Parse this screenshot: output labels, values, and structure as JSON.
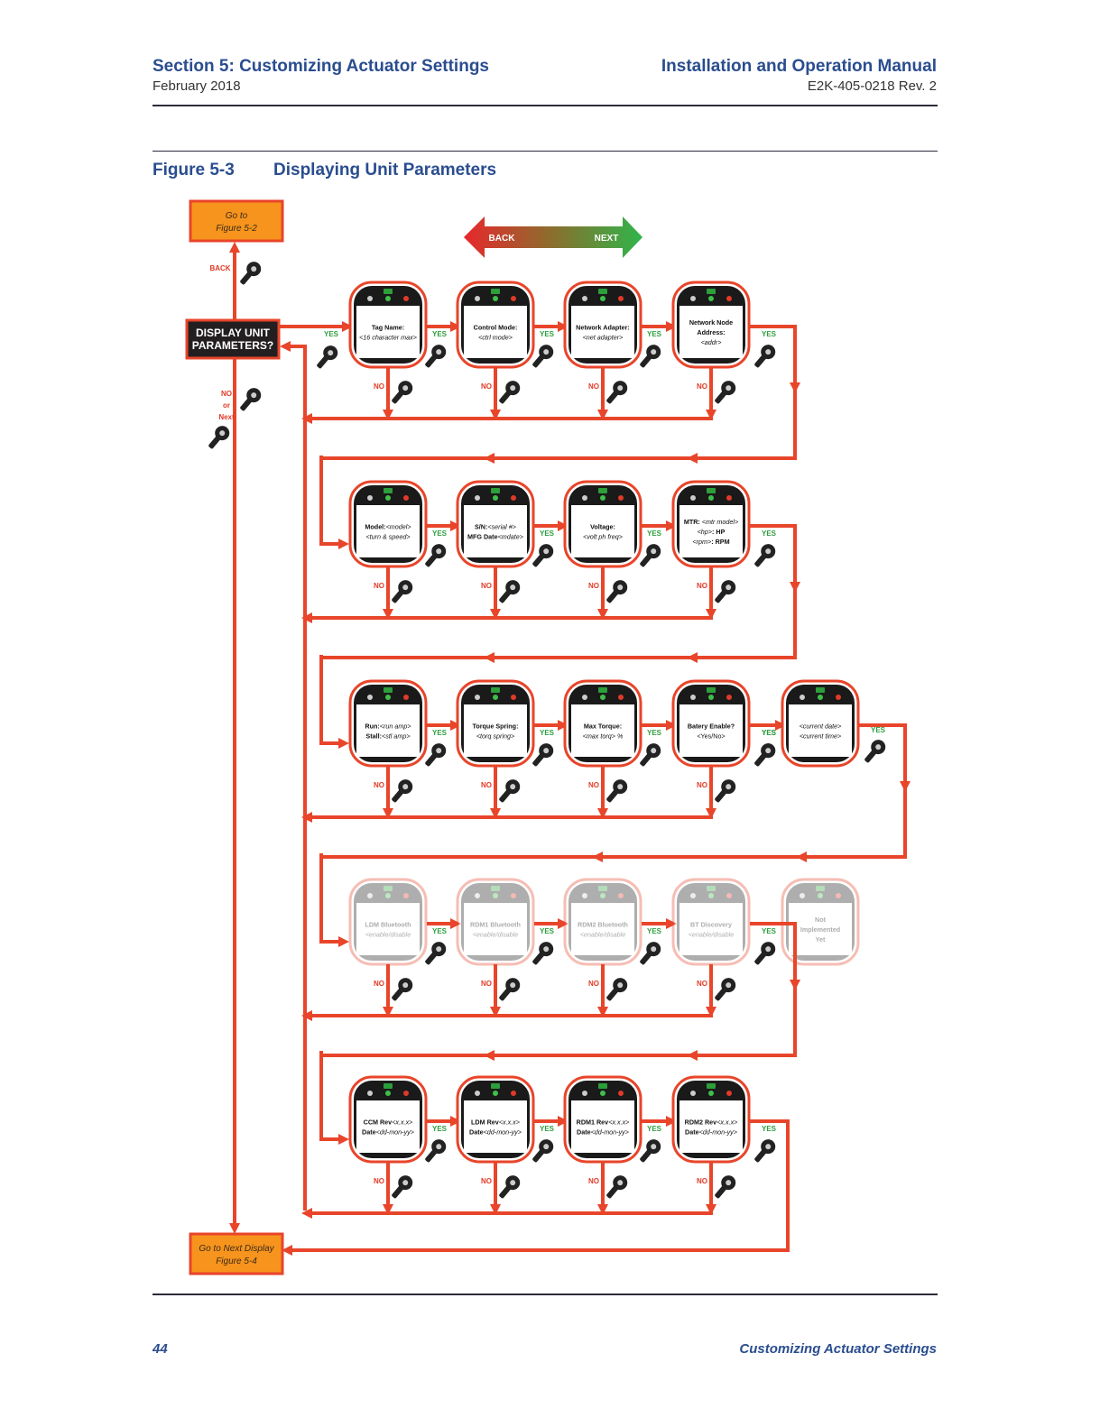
{
  "header": {
    "section_title": "Section 5: Customizing Actuator Settings",
    "date": "February 2018",
    "manual_title": "Installation and Operation Manual",
    "doc_id": "E2K-405-0218 Rev. 2"
  },
  "figure": {
    "number": "Figure 5-3",
    "title": "Displaying Unit Parameters"
  },
  "nav_arrow": {
    "back_label": "BACK",
    "next_label": "NEXT"
  },
  "boxes": {
    "go_to_prev": [
      "Go to",
      "Figure 5-2"
    ],
    "go_to_next": [
      "Go to Next Display",
      "Figure 5-4"
    ],
    "start": [
      "DISPLAY UNIT",
      "PARAMETERS?"
    ]
  },
  "labels": {
    "back": "BACK",
    "no_or_next": [
      "NO",
      "or",
      "Next"
    ],
    "yes": "YES",
    "no": "NO"
  },
  "rows": [
    [
      {
        "lines": [
          [
            [
              "Tag Name:",
              "b"
            ]
          ],
          [
            [
              "<16 character max>",
              "i"
            ]
          ]
        ]
      },
      {
        "lines": [
          [
            [
              "Control Mode:",
              "b"
            ]
          ],
          [
            [
              "<ctrl mode>",
              "i"
            ]
          ]
        ]
      },
      {
        "lines": [
          [
            [
              "Network Adapter:",
              "b"
            ]
          ],
          [
            [
              "<net adapter>",
              "i"
            ]
          ]
        ]
      },
      {
        "lines": [
          [
            [
              "Network Node",
              "b"
            ]
          ],
          [
            [
              "Address:",
              "b"
            ]
          ],
          [
            [
              "<addr>",
              "i"
            ]
          ]
        ]
      }
    ],
    [
      {
        "lines": [
          [
            [
              "Model:",
              "b"
            ],
            [
              "<model>",
              "i"
            ]
          ],
          [
            [
              "<turn & speed>",
              "i"
            ]
          ]
        ]
      },
      {
        "lines": [
          [
            [
              "S/N:",
              "b"
            ],
            [
              "<serial #>",
              "i"
            ]
          ],
          [
            [
              "MFG Date",
              "b"
            ],
            [
              "<mdate>",
              "i"
            ]
          ]
        ]
      },
      {
        "lines": [
          [
            [
              "Voltage:",
              "b"
            ]
          ],
          [
            [
              "<volt ph freq>",
              "i"
            ]
          ]
        ]
      },
      {
        "lines": [
          [
            [
              "MTR: ",
              "b"
            ],
            [
              "<mtr model>",
              "i"
            ]
          ],
          [
            [
              "<hp>",
              "i"
            ],
            [
              ": HP",
              "b"
            ]
          ],
          [
            [
              "<rpm>",
              "i"
            ],
            [
              ": RPM",
              "b"
            ]
          ]
        ]
      }
    ],
    [
      {
        "lines": [
          [
            [
              "Run:",
              "b"
            ],
            [
              "<run amp>",
              "i"
            ]
          ],
          [
            [
              "Stall:",
              "b"
            ],
            [
              "<stl amp>",
              "i"
            ]
          ]
        ]
      },
      {
        "lines": [
          [
            [
              "Torque Spring:",
              "b"
            ]
          ],
          [
            [
              "<torq spring>",
              "i"
            ]
          ]
        ]
      },
      {
        "lines": [
          [
            [
              "Max Torque:",
              "b"
            ]
          ],
          [
            [
              "<max torq> %",
              "i"
            ]
          ]
        ]
      },
      {
        "lines": [
          [
            [
              "Batery Enable?",
              "b"
            ]
          ],
          [
            [
              "<Yes/No>",
              "n"
            ]
          ]
        ]
      },
      {
        "lines": [
          [
            [
              "<current date>",
              "i"
            ]
          ],
          [
            [
              "<current time>",
              "i"
            ]
          ]
        ]
      }
    ],
    [
      {
        "faded": true,
        "lines": [
          [
            [
              "LDM Bluetooth",
              "b"
            ]
          ],
          [
            [
              "<enable/disable",
              "i"
            ]
          ]
        ]
      },
      {
        "faded": true,
        "lines": [
          [
            [
              "RDM1 Bluetooth",
              "b"
            ]
          ],
          [
            [
              "<enable/disable",
              "i"
            ]
          ]
        ]
      },
      {
        "faded": true,
        "lines": [
          [
            [
              "RDM2 Bluetooth",
              "b"
            ]
          ],
          [
            [
              "<enable/disable",
              "i"
            ]
          ]
        ]
      },
      {
        "faded": true,
        "lines": [
          [
            [
              "BT Discovery",
              "b"
            ]
          ],
          [
            [
              "<enable/disable",
              "i"
            ]
          ]
        ]
      },
      {
        "faded": true,
        "lines": [
          [
            [
              "Not",
              "b"
            ]
          ],
          [
            [
              "Implemented",
              "b"
            ]
          ],
          [
            [
              "Yet",
              "b"
            ]
          ]
        ]
      }
    ],
    [
      {
        "lines": [
          [
            [
              "CCM Rev",
              "b"
            ],
            [
              "<x.x.x>",
              "i"
            ]
          ],
          [
            [
              "Date",
              "b"
            ],
            [
              "<dd-mon-yy>",
              "i"
            ]
          ]
        ]
      },
      {
        "lines": [
          [
            [
              "LDM Rev",
              "b"
            ],
            [
              "<x.x.x>",
              "i"
            ]
          ],
          [
            [
              "Date",
              "b"
            ],
            [
              "<dd-mon-yy>",
              "i"
            ]
          ]
        ]
      },
      {
        "lines": [
          [
            [
              "RDM1 Rev",
              "b"
            ],
            [
              "<x.x.x>",
              "i"
            ]
          ],
          [
            [
              "Date",
              "b"
            ],
            [
              "<dd-mon-yy>",
              "i"
            ]
          ]
        ]
      },
      {
        "lines": [
          [
            [
              "RDM2 Rev",
              "b"
            ],
            [
              "<x.x.x>",
              "i"
            ]
          ],
          [
            [
              "Date",
              "b"
            ],
            [
              "<dd-mon-yy>",
              "i"
            ]
          ]
        ]
      }
    ]
  ],
  "footer": {
    "page_number": "44",
    "section_name": "Customizing Actuator Settings"
  },
  "colors": {
    "accent_blue": "#2a4d8f",
    "flow_red": "#e8452a",
    "box_orange": "#f7941d",
    "yes_green": "#2e9e3e",
    "no_red": "#e23a26"
  }
}
